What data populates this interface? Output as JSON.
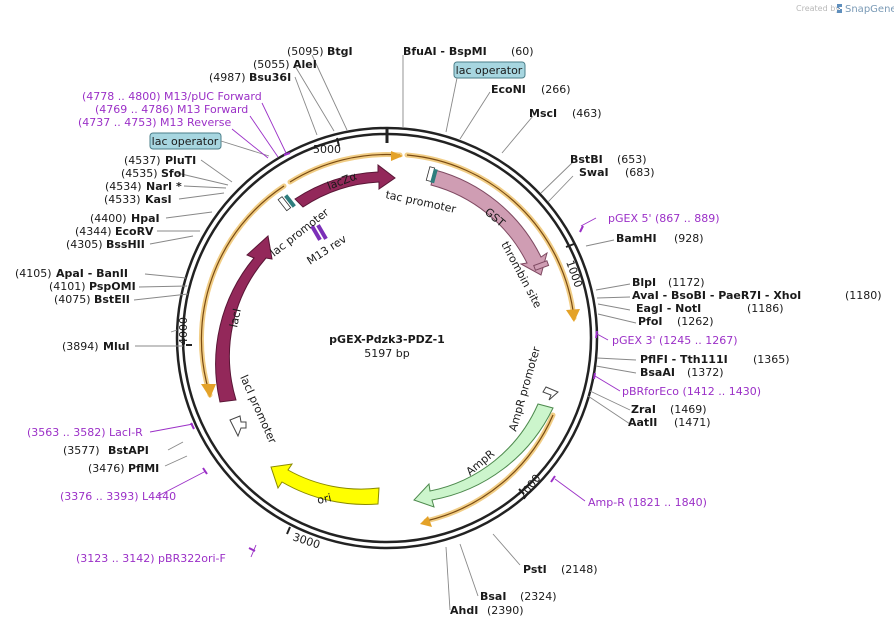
{
  "header": {
    "created_by": "Created by",
    "brand": "SnapGene"
  },
  "plasmid": {
    "name": "pGEX-Pdzk3-PDZ-1",
    "length": "5197 bp"
  },
  "ticks": [
    {
      "label": "1000",
      "pos": 1000
    },
    {
      "label": "2000",
      "pos": 2000
    },
    {
      "label": "3000",
      "pos": 3000
    },
    {
      "label": "4000",
      "pos": 4000
    },
    {
      "label": "5000",
      "pos": 5000
    }
  ],
  "features": [
    {
      "name": "GST",
      "fill": "#cf9db3",
      "stroke": "#7f4a62"
    },
    {
      "name": "lacZα",
      "fill": "#93285a",
      "stroke": "#5a1636"
    },
    {
      "name": "lacI",
      "fill": "#93285a",
      "stroke": "#5a1636"
    },
    {
      "name": "AmpR",
      "fill": "#ccf5cc",
      "stroke": "#4e8a4e"
    },
    {
      "name": "ori",
      "fill": "#ffff00",
      "stroke": "#8a8a00"
    }
  ],
  "map_labels": [
    {
      "text": "tac promoter"
    },
    {
      "text": "thrombin site"
    },
    {
      "text": "AmpR promoter"
    },
    {
      "text": "lacI promoter"
    },
    {
      "text": "lac promoter"
    },
    {
      "text": "M13 rev"
    }
  ],
  "lac_operators": [
    {
      "text": "lac operator"
    },
    {
      "text": "lac operator"
    }
  ],
  "sites": [
    {
      "enzyme": "BtgI",
      "pos": "(5095)"
    },
    {
      "enzyme": "AleI",
      "pos": "(5055)"
    },
    {
      "enzyme": "Bsu36I",
      "pos": "(4987)"
    },
    {
      "enzyme": "BfuAI  -  BspMI",
      "pos": "(60)"
    },
    {
      "enzyme": "EcoNI",
      "pos": "(266)"
    },
    {
      "enzyme": "MscI",
      "pos": "(463)"
    },
    {
      "enzyme": "BstBI",
      "pos": "(653)"
    },
    {
      "enzyme": "SwaI",
      "pos": "(683)"
    },
    {
      "enzyme": "BamHI",
      "pos": "(928)"
    },
    {
      "enzyme": "BlpI",
      "pos": "(1172)"
    },
    {
      "enzyme": "AvaI  -  BsoBI  -  PaeR7I  -  XhoI",
      "pos": "(1180)"
    },
    {
      "enzyme": "EagI  -  NotI",
      "pos": "(1186)"
    },
    {
      "enzyme": "PfoI",
      "pos": "(1262)"
    },
    {
      "enzyme": "PflFI  -  Tth111I",
      "pos": "(1365)"
    },
    {
      "enzyme": "BsaAI",
      "pos": "(1372)"
    },
    {
      "enzyme": "ZraI",
      "pos": "(1469)"
    },
    {
      "enzyme": "AatII",
      "pos": "(1471)"
    },
    {
      "enzyme": "PstI",
      "pos": "(2148)"
    },
    {
      "enzyme": "BsaI",
      "pos": "(2324)"
    },
    {
      "enzyme": "AhdI",
      "pos": "(2390)"
    },
    {
      "enzyme": "BstAPI",
      "pos": "(3577)"
    },
    {
      "enzyme": "PflMI",
      "pos": "(3476)"
    },
    {
      "enzyme": "MluI",
      "pos": "(3894)"
    },
    {
      "enzyme": "ApaI  -  BanII",
      "pos": "(4105)"
    },
    {
      "enzyme": "PspOMI",
      "pos": "(4101)"
    },
    {
      "enzyme": "BstEII",
      "pos": "(4075)"
    },
    {
      "enzyme": "HpaI",
      "pos": "(4400)"
    },
    {
      "enzyme": "EcoRV",
      "pos": "(4344)"
    },
    {
      "enzyme": "BssHII",
      "pos": "(4305)"
    },
    {
      "enzyme": "PluTI",
      "pos": "(4537)"
    },
    {
      "enzyme": "SfoI",
      "pos": "(4535)"
    },
    {
      "enzyme": "NarI *",
      "pos": "(4534)"
    },
    {
      "enzyme": "KasI",
      "pos": "(4533)"
    }
  ],
  "primers": [
    {
      "text": "(4778 .. 4800)  M13/pUC Forward"
    },
    {
      "text": "(4769 .. 4786)  M13 Forward"
    },
    {
      "text": "(4737 .. 4753)  M13 Reverse"
    },
    {
      "text": "pGEX 5'     (867 .. 889)"
    },
    {
      "text": "pGEX 3'     (1245 .. 1267)"
    },
    {
      "text": "pBRforEco     (1412 .. 1430)"
    },
    {
      "text": "Amp-R     (1821 .. 1840)"
    },
    {
      "text": "(3563 .. 3582)  LacI-R"
    },
    {
      "text": "(3376 .. 3393)  L4440"
    },
    {
      "text": "(3123 .. 3142)  pBR322ori-F"
    }
  ],
  "colors": {
    "primer": "#9b30c7",
    "operator_fill": "#a7d6e0",
    "feature_glow": "#f1cd85",
    "ring": "#222222"
  }
}
